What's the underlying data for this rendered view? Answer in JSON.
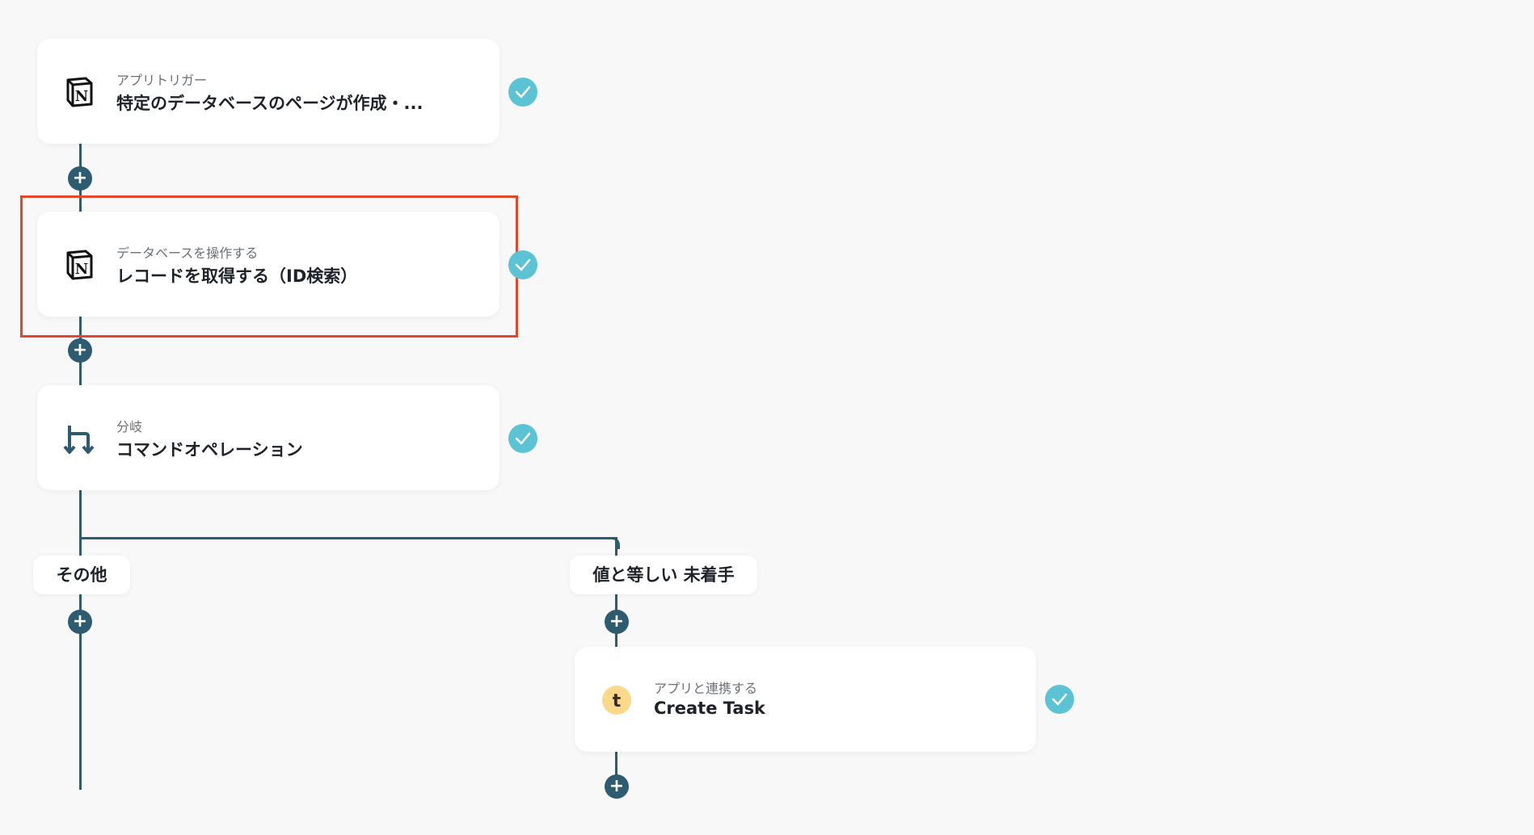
{
  "flow": {
    "steps": [
      {
        "subtitle": "アプリトリガー",
        "title": "特定のデータベースのページが作成・...",
        "icon": "notion-icon"
      },
      {
        "subtitle": "データベースを操作する",
        "title": "レコードを取得する（ID検索）",
        "icon": "notion-icon"
      },
      {
        "subtitle": "分岐",
        "title": "コマンドオペレーション",
        "icon": "branch-icon"
      }
    ],
    "branches": {
      "left_label": "その他",
      "right_label": "値と等しい 未着手"
    },
    "branch_step": {
      "subtitle": "アプリと連携する",
      "title": "Create Task",
      "icon": "timerex-icon"
    },
    "add_symbol": "+"
  },
  "colors": {
    "line": "#2d5b70",
    "check": "#5bc3d3",
    "highlight": "#e2472c",
    "background": "#f8f8f8"
  }
}
